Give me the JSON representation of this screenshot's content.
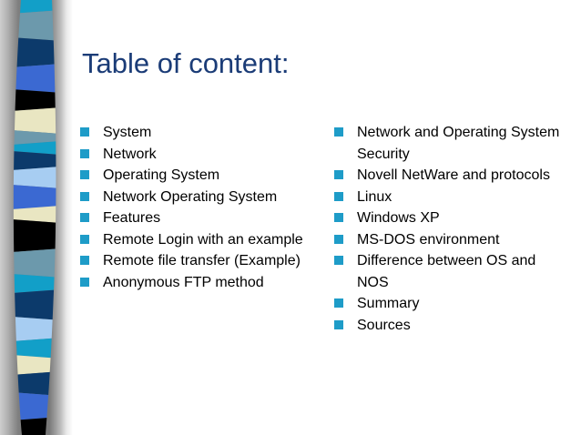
{
  "slide": {
    "title": "Table of content:"
  },
  "colors": {
    "bg_color": "#FFFFFF",
    "title_color": "#1B3C77",
    "text_color": "#000000",
    "bullet_color": "#1E9CC8"
  },
  "toc": {
    "left": [
      {
        "lines": [
          "System"
        ]
      },
      {
        "lines": [
          "Network"
        ]
      },
      {
        "lines": [
          "Operating System"
        ]
      },
      {
        "lines": [
          "Network Operating System"
        ]
      },
      {
        "lines": [
          "Features"
        ]
      },
      {
        "lines": [
          "Remote Login with an example"
        ]
      },
      {
        "lines": [
          "Remote file transfer (Example)"
        ]
      },
      {
        "lines": [
          "Anonymous FTP method"
        ]
      }
    ],
    "right": [
      {
        "lines": [
          "Network and Operating System",
          "Security"
        ]
      },
      {
        "lines": [
          "Novell NetWare and protocols"
        ]
      },
      {
        "lines": [
          "Linux"
        ]
      },
      {
        "lines": [
          "Windows XP"
        ]
      },
      {
        "lines": [
          "MS-DOS environment"
        ]
      },
      {
        "lines": [
          "Difference between OS and",
          "NOS"
        ]
      },
      {
        "lines": [
          "Summary"
        ]
      },
      {
        "lines": [
          "Sources"
        ]
      }
    ]
  },
  "ribbon": {
    "palette": {
      "cyan": "#129FC8",
      "steel": "#6C99AC",
      "navy": "#0C3A6B",
      "royal": "#3B69D2",
      "black": "#000000",
      "cream": "#E9E6C2",
      "lightblue": "#A7CDF2"
    },
    "segments": [
      {
        "color": "cyan",
        "h": 13
      },
      {
        "color": "steel",
        "h": 30
      },
      {
        "color": "navy",
        "h": 29
      },
      {
        "color": "royal",
        "h": 28
      },
      {
        "color": "black",
        "h": 20
      },
      {
        "color": "cream",
        "h": 25
      },
      {
        "color": "steel",
        "h": 12
      },
      {
        "color": "cyan",
        "h": 11
      },
      {
        "color": "navy",
        "h": 17
      },
      {
        "color": "lightblue",
        "h": 20
      },
      {
        "color": "royal",
        "h": 23
      },
      {
        "color": "cream",
        "h": 15
      },
      {
        "color": "black",
        "h": 32
      },
      {
        "color": "steel",
        "h": 28
      },
      {
        "color": "cyan",
        "h": 17
      },
      {
        "color": "navy",
        "h": 30
      },
      {
        "color": "lightblue",
        "h": 23
      },
      {
        "color": "cyan",
        "h": 19
      },
      {
        "color": "cream",
        "h": 18
      },
      {
        "color": "navy",
        "h": 23
      },
      {
        "color": "royal",
        "h": 27
      },
      {
        "color": "black",
        "h": 18
      }
    ]
  }
}
